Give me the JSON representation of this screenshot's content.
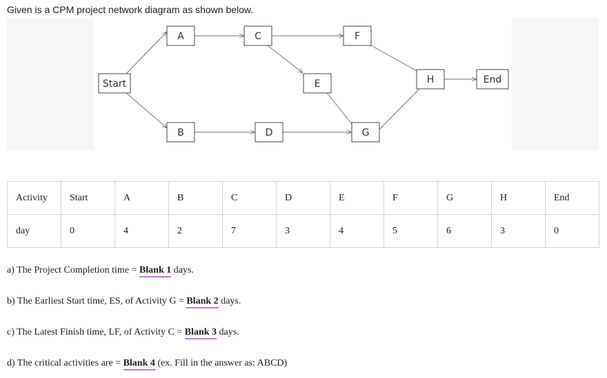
{
  "intro": "Given is a CPM project network diagram as shown below.",
  "nodes": [
    {
      "id": "Start",
      "label": "Start"
    },
    {
      "id": "A",
      "label": "A"
    },
    {
      "id": "B",
      "label": "B"
    },
    {
      "id": "C",
      "label": "C"
    },
    {
      "id": "D",
      "label": "D"
    },
    {
      "id": "E",
      "label": "E"
    },
    {
      "id": "F",
      "label": "F"
    },
    {
      "id": "G",
      "label": "G"
    },
    {
      "id": "H",
      "label": "H"
    },
    {
      "id": "End",
      "label": "End"
    }
  ],
  "edges": [
    [
      "Start",
      "A"
    ],
    [
      "Start",
      "B"
    ],
    [
      "A",
      "C"
    ],
    [
      "B",
      "D"
    ],
    [
      "C",
      "F"
    ],
    [
      "C",
      "E"
    ],
    [
      "D",
      "G"
    ],
    [
      "E",
      "G"
    ],
    [
      "F",
      "H"
    ],
    [
      "G",
      "H"
    ],
    [
      "H",
      "End"
    ]
  ],
  "table": {
    "row1_label": "Activity",
    "row2_label": "day",
    "activities": [
      "Start",
      "A",
      "B",
      "C",
      "D",
      "E",
      "F",
      "G",
      "H",
      "End"
    ],
    "days": [
      "0",
      "4",
      "2",
      "7",
      "3",
      "4",
      "5",
      "6",
      "3",
      "0"
    ]
  },
  "questions": [
    {
      "pre": "a) The Project Completion time = ",
      "blank": "Blank 1",
      "post": " days."
    },
    {
      "pre": "b) The Earliest Start time, ES, of Activity G = ",
      "blank": "Blank 2",
      "post": " days."
    },
    {
      "pre": "c) The Latest Finish time, LF, of Activity C = ",
      "blank": "Blank 3",
      "post": " days."
    },
    {
      "pre": "d) The critical activities are = ",
      "blank": "Blank 4",
      "post": " (ex. Fill in the answer as: ABCD)"
    }
  ]
}
